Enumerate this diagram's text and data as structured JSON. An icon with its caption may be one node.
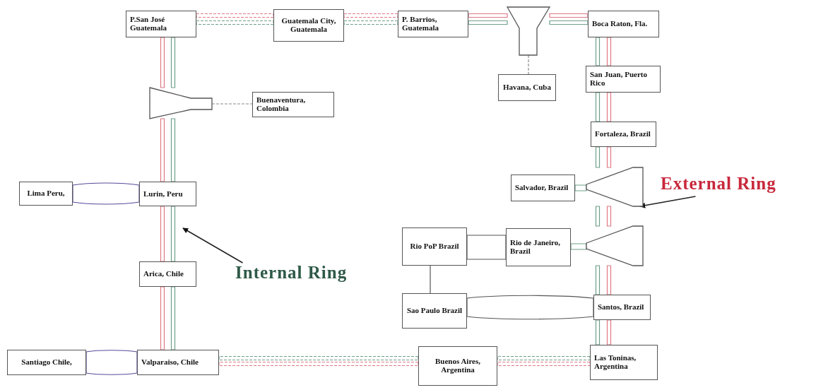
{
  "diagram": {
    "nodes": [
      {
        "text": [
          "P.San José Guatemala"
        ]
      },
      {
        "text": [
          "Guatemala City, Guatemala"
        ]
      },
      {
        "text": [
          "P. Barrios, Guatemala"
        ]
      },
      {
        "text": [],
        "shape": "trapezoid"
      },
      {
        "text": [
          "Boca Raton, Fla."
        ]
      },
      {
        "text": [
          "Havana, Cuba"
        ]
      },
      {
        "text": [],
        "shape": "trapezoid"
      },
      {
        "text": [
          "Buenaventura, Colombia"
        ]
      },
      {
        "text": [
          "San Juan, Puerto Rico"
        ]
      },
      {
        "text": [
          "Fortaleza, Brazil"
        ]
      },
      {
        "text": [
          "Lima Peru,"
        ]
      },
      {
        "text": [
          "Lurin, Peru"
        ]
      },
      {
        "text": [
          "Salvador, Brazil"
        ]
      },
      {
        "text": [],
        "shape": "trapezoid"
      },
      {
        "text": [
          "Rio PoP Brazil"
        ]
      },
      {
        "text": [
          "Rio de Janeiro, Brazil"
        ]
      },
      {
        "text": [],
        "shape": "trapezoid"
      },
      {
        "text": [
          "Arica, Chile"
        ]
      },
      {
        "text": [
          "Sao Paulo Brazil"
        ]
      },
      {
        "text": [
          "Santos, Brazil"
        ]
      },
      {
        "text": [
          "Santiago Chile,"
        ]
      },
      {
        "text": [
          "Valparaiso, Chile"
        ]
      },
      {
        "text": [
          "Buenos Aires, Argentina"
        ]
      },
      {
        "text": [
          "Las Toninas, Argentina"
        ]
      },
      {
        "text": [
          "External Ring"
        ]
      },
      {
        "text": [
          "Internal Ring"
        ]
      }
    ],
    "edges": [
      {
        "from": 0,
        "to": 1,
        "arrow": "none",
        "style": "dashed",
        "color": "#e07884"
      },
      {
        "from": 0,
        "to": 1,
        "arrow": "none",
        "style": "dashed",
        "color": "#6f9f88"
      },
      {
        "from": 1,
        "to": 2,
        "arrow": "none",
        "style": "dashed",
        "color": "#e07884"
      },
      {
        "from": 1,
        "to": 2,
        "arrow": "none",
        "style": "dashed",
        "color": "#6f9f88"
      },
      {
        "from": 2,
        "to": 3,
        "arrow": "none",
        "color": "#e07884"
      },
      {
        "from": 2,
        "to": 3,
        "arrow": "none",
        "color": "#6f9f88"
      },
      {
        "from": 3,
        "to": 4,
        "arrow": "none",
        "color": "#e07884"
      },
      {
        "from": 3,
        "to": 4,
        "arrow": "none",
        "color": "#6f9f88"
      },
      {
        "from": 4,
        "to": 8,
        "arrow": "none",
        "color": "#e07884"
      },
      {
        "from": 4,
        "to": 8,
        "arrow": "none",
        "color": "#6f9f88"
      },
      {
        "from": 8,
        "to": 9,
        "arrow": "none",
        "color": "#e07884"
      },
      {
        "from": 8,
        "to": 9,
        "arrow": "none",
        "color": "#6f9f88"
      },
      {
        "from": 9,
        "to": 13,
        "arrow": "none",
        "color": "#e07884"
      },
      {
        "from": 9,
        "to": 13,
        "arrow": "none",
        "color": "#6f9f88"
      },
      {
        "from": 13,
        "to": 16,
        "arrow": "none",
        "color": "#e07884"
      },
      {
        "from": 13,
        "to": 16,
        "arrow": "none",
        "color": "#6f9f88"
      },
      {
        "from": 16,
        "to": 19,
        "arrow": "none",
        "color": "#e07884"
      },
      {
        "from": 16,
        "to": 19,
        "arrow": "none",
        "color": "#6f9f88"
      },
      {
        "from": 19,
        "to": 23,
        "arrow": "none",
        "color": "#e07884"
      },
      {
        "from": 19,
        "to": 23,
        "arrow": "none",
        "color": "#6f9f88"
      },
      {
        "from": 23,
        "to": 22,
        "arrow": "none",
        "style": "dashed",
        "color": "#e07884"
      },
      {
        "from": 23,
        "to": 22,
        "arrow": "none",
        "style": "dashed",
        "color": "#6f9f88"
      },
      {
        "from": 22,
        "to": 21,
        "arrow": "none",
        "style": "dashed",
        "color": "#e07884"
      },
      {
        "from": 22,
        "to": 21,
        "arrow": "none",
        "style": "dashed",
        "color": "#6f9f88"
      },
      {
        "from": 21,
        "to": 17,
        "arrow": "none",
        "color": "#e07884"
      },
      {
        "from": 21,
        "to": 17,
        "arrow": "none",
        "color": "#6f9f88"
      },
      {
        "from": 17,
        "to": 11,
        "arrow": "none",
        "color": "#e07884"
      },
      {
        "from": 17,
        "to": 11,
        "arrow": "none",
        "color": "#6f9f88"
      },
      {
        "from": 11,
        "to": 6,
        "arrow": "none",
        "color": "#e07884"
      },
      {
        "from": 11,
        "to": 6,
        "arrow": "none",
        "color": "#6f9f88"
      },
      {
        "from": 6,
        "to": 0,
        "arrow": "none",
        "color": "#e07884"
      },
      {
        "from": 6,
        "to": 0,
        "arrow": "none",
        "color": "#6f9f88"
      },
      {
        "from": 3,
        "to": 5,
        "arrow": "none",
        "style": "dashed",
        "color": "#8a8a8a"
      },
      {
        "from": 6,
        "to": 7,
        "arrow": "none",
        "style": "dashed",
        "color": "#8a8a8a"
      },
      {
        "from": 13,
        "to": 12,
        "arrow": "none",
        "color": "#6f9f88"
      },
      {
        "from": 16,
        "to": 15,
        "arrow": "none",
        "color": "#6f9f88"
      },
      {
        "from": 10,
        "to": 11,
        "arrow": "none",
        "color": "#5a4a9a"
      },
      {
        "from": 20,
        "to": 21,
        "arrow": "none",
        "color": "#5a4a9a"
      },
      {
        "from": 14,
        "to": 15,
        "arrow": "none",
        "color": "#555555"
      },
      {
        "from": 14,
        "to": 18,
        "arrow": "none",
        "color": "#555555"
      },
      {
        "from": 18,
        "to": 19,
        "arrow": "none",
        "color": "#555555"
      },
      {
        "from": 24,
        "to": 13,
        "arrow": "to",
        "color": "#222222"
      },
      {
        "from": 25,
        "to": null,
        "arrow": "to",
        "color": "#222222"
      }
    ]
  }
}
